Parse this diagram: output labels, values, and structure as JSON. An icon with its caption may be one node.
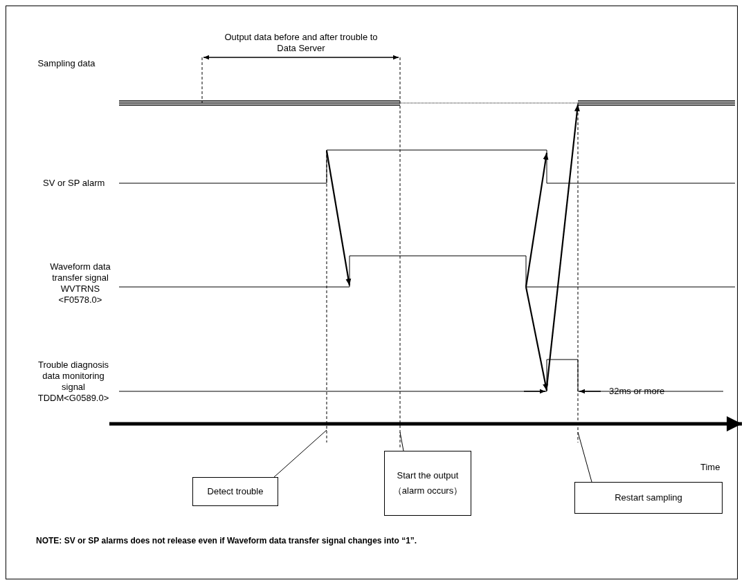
{
  "diagram": {
    "nodes": [
      {
        "text": [
          "Detect trouble"
        ]
      },
      {
        "text": [
          "Start the output （alarm occurs）"
        ]
      },
      {
        "text": [
          "Restart sampling"
        ]
      }
    ],
    "edges": [
      {
        "from": 0,
        "to": null,
        "arrow": "none"
      },
      {
        "from": 1,
        "to": null,
        "arrow": "none"
      },
      {
        "from": 2,
        "to": null,
        "arrow": "none"
      }
    ],
    "labels": [
      "Output data before and after trouble to Data Server",
      "Sampling data",
      "SV or SP alarm",
      "Waveform data transfer signal WVTRNS <F0578.0>",
      "Trouble diagnosis data monitoring signal TDDM<G0589.0>",
      "32ms or more",
      "Time",
      "NOTE: SV or SP alarms does not release even if Waveform data transfer signal changes into “1”."
    ]
  }
}
